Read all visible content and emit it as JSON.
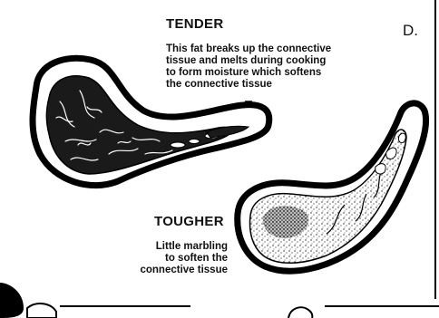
{
  "panel_letter": "D.",
  "tender": {
    "heading": "TENDER",
    "lines": [
      "This fat breaks up the connective",
      "tissue and melts during cooking",
      "to form moisture which softens",
      "the connective tissue"
    ]
  },
  "tougher": {
    "heading": "TOUGHER",
    "lines": [
      "Little marbling",
      "to soften the",
      "connective tissue"
    ]
  }
}
